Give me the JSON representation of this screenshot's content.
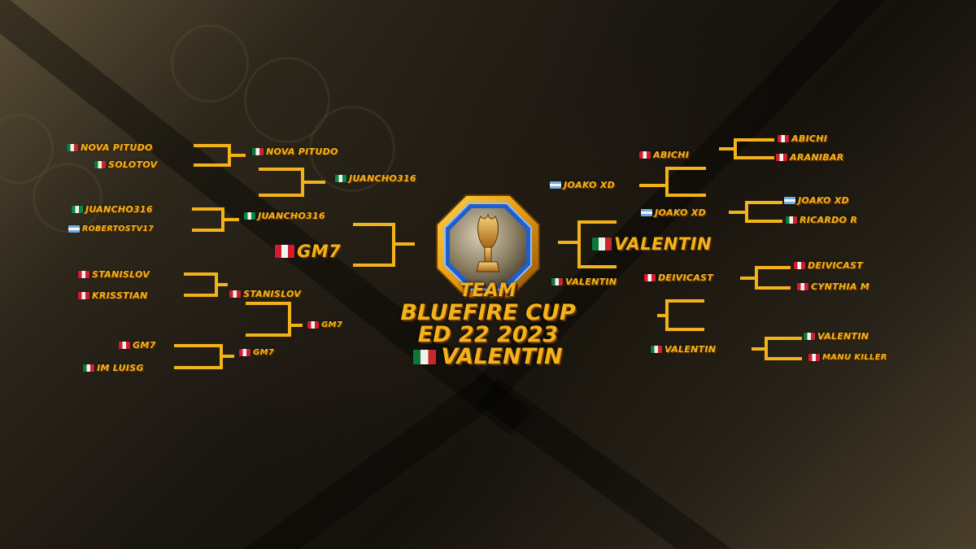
{
  "title": {
    "line1": "TEAM",
    "line2": "BLUEFIRE CUP",
    "line3": "ED 22 2023",
    "champion": "VALENTIN",
    "champion_flag": "mx"
  },
  "left_bracket": {
    "round1": [
      {
        "name": "NOVA PITUDO",
        "flag": "mx"
      },
      {
        "name": "SOLOTOV",
        "flag": "mx"
      },
      {
        "name": "JUANCHO316",
        "flag": "ng"
      },
      {
        "name": "ROBERTOSTV17",
        "flag": "ar"
      },
      {
        "name": "STANISLOV",
        "flag": "pe"
      },
      {
        "name": "KRISSTIAN",
        "flag": "pe"
      },
      {
        "name": "GM7",
        "flag": "pe"
      },
      {
        "name": "IM LUISG",
        "flag": "mx"
      }
    ],
    "round2": [
      {
        "name": "NOVA PITUDO",
        "flag": "mx"
      },
      {
        "name": "JUANCHO316",
        "flag": "ng"
      },
      {
        "name": "STANISLOV",
        "flag": "pe"
      },
      {
        "name": "GM7",
        "flag": "pe"
      }
    ],
    "semifinal": [
      {
        "name": "JUANCHO316",
        "flag": "ng"
      },
      {
        "name": "GM7",
        "flag": "pe"
      }
    ],
    "finalist": {
      "name": "GM7",
      "flag": "pe"
    }
  },
  "right_bracket": {
    "round1": [
      {
        "name": "ABICHI",
        "flag": "pe"
      },
      {
        "name": "ARANIBAR",
        "flag": "pe"
      },
      {
        "name": "JOAKO XD",
        "flag": "ar"
      },
      {
        "name": "RICARDO R",
        "flag": "mx"
      },
      {
        "name": "DEIVICAST",
        "flag": "pe"
      },
      {
        "name": "CYNTHIA M",
        "flag": "pe"
      },
      {
        "name": "VALENTIN",
        "flag": "mx"
      },
      {
        "name": "MANU KILLER",
        "flag": "pe"
      }
    ],
    "round2": [
      {
        "name": "ABICHI",
        "flag": "pe"
      },
      {
        "name": "JOAKO XD",
        "flag": "ar"
      },
      {
        "name": "DEIVICAST",
        "flag": "pe"
      },
      {
        "name": "VALENTIN",
        "flag": "mx"
      }
    ],
    "semifinal": [
      {
        "name": "JOAKO XD",
        "flag": "ar"
      },
      {
        "name": "VALENTIN",
        "flag": "mx"
      }
    ],
    "finalist": {
      "name": "VALENTIN",
      "flag": "mx"
    }
  },
  "colors": {
    "bracket_line": "#f3b21a",
    "text": "#f3b21a",
    "trophy_ring": "#2a6fd6"
  },
  "icons": {
    "trophy": "trophy-icon"
  }
}
